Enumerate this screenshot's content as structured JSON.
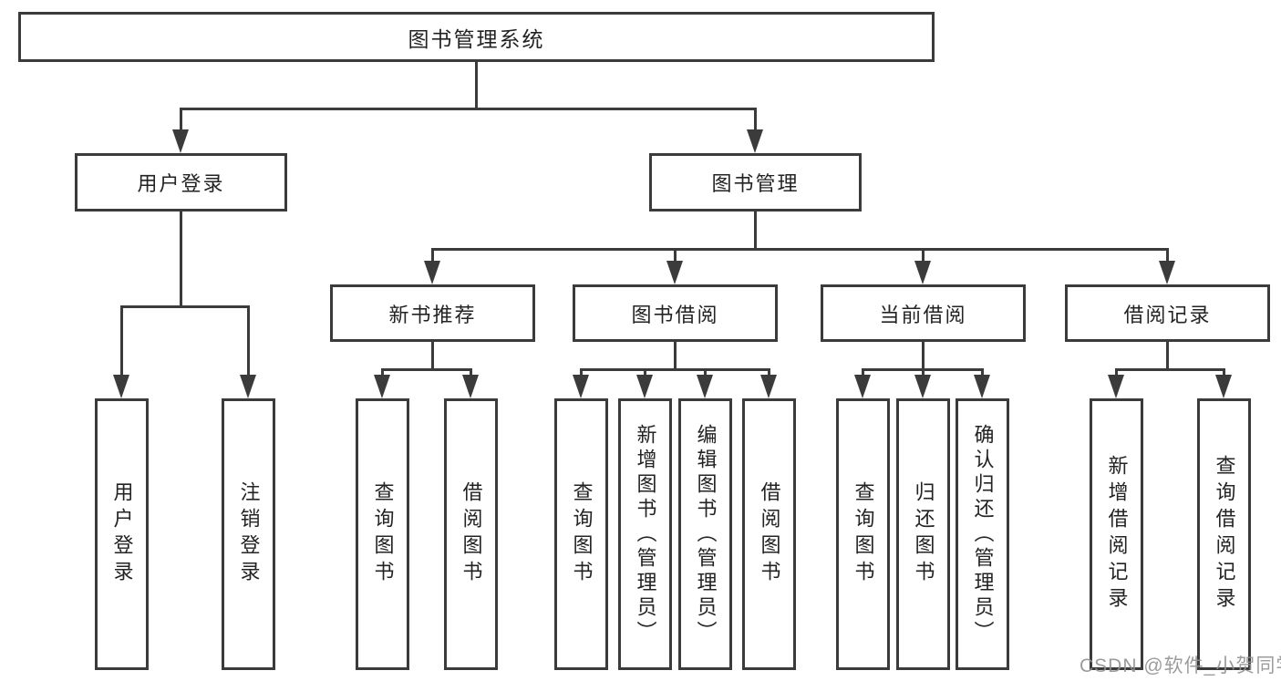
{
  "tree": {
    "root": "图书管理系统",
    "level2": [
      {
        "label": "用户登录",
        "children": [
          "用户登录",
          "注销登录"
        ]
      },
      {
        "label": "图书管理",
        "children": []
      }
    ],
    "level3": [
      {
        "label": "新书推荐",
        "children": [
          "查询图书",
          "借阅图书"
        ]
      },
      {
        "label": "图书借阅",
        "children": [
          "查询图书",
          "新增图书（管理员）",
          "编辑图书（管理员）",
          "借阅图书"
        ]
      },
      {
        "label": "当前借阅",
        "children": [
          "查询图书",
          "归还图书",
          "确认归还（管理员）"
        ]
      },
      {
        "label": "借阅记录",
        "children": [
          "新增借阅记录",
          "查询借阅记录"
        ]
      }
    ]
  },
  "watermark": {
    "text": "CSDN @软件_小贺同学"
  },
  "colors": {
    "line": "#3b3b3b",
    "text": "#232323",
    "watermark": "#919191",
    "background": "#ffffff"
  }
}
